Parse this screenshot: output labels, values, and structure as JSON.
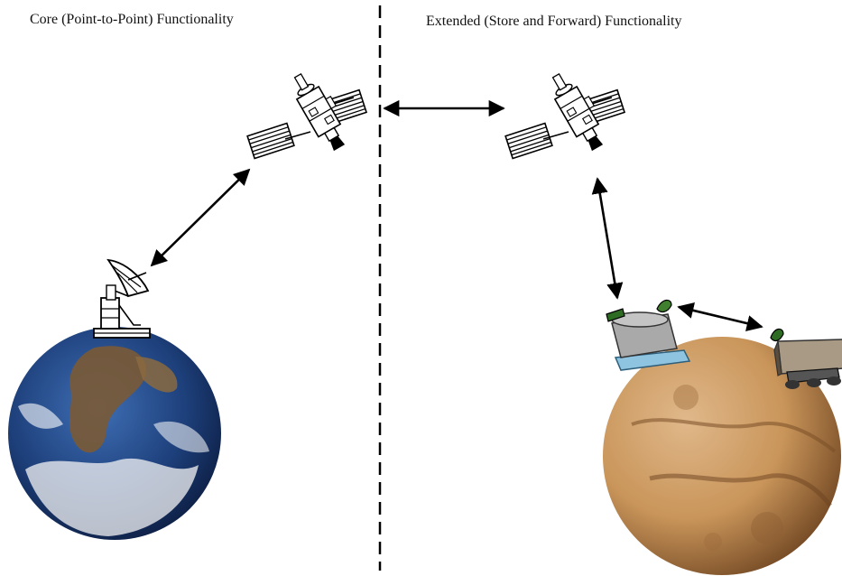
{
  "headings": {
    "core": "Core (Point-to-Point) Functionality",
    "extended": "Extended  (Store and Forward) Functionality"
  },
  "icons": {
    "left_satellite": "satellite-icon",
    "right_satellite": "satellite-icon",
    "ground_station": "ground-station-dish-icon",
    "earth": "earth-globe",
    "mars": "mars-globe",
    "lander": "mars-lander-icon",
    "rover": "mars-rover-icon"
  },
  "colors": {
    "line": "#000000",
    "earth_ocean": "#1d3f7a",
    "mars_surface": "#c9955a",
    "lander_base": "#8fc4e0"
  }
}
